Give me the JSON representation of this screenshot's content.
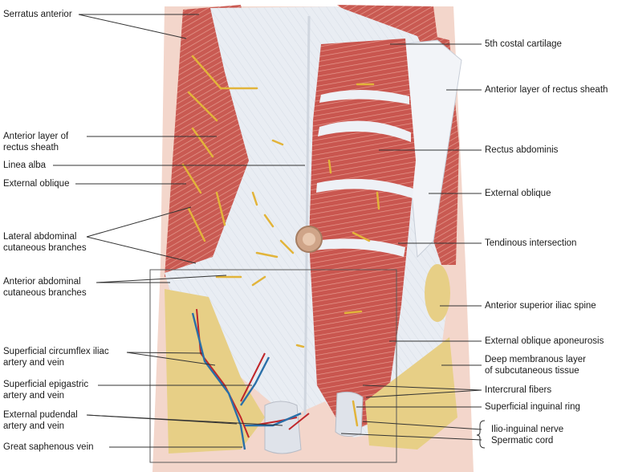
{
  "labels_left": {
    "serratus_anterior": "Serratus anterior",
    "anterior_layer_rectus_sheath_1": "Anterior layer of",
    "anterior_layer_rectus_sheath_2": "rectus sheath",
    "linea_alba": "Linea alba",
    "external_oblique": "External oblique",
    "lateral_abdominal_1": "Lateral abdominal",
    "lateral_abdominal_2": "cutaneous branches",
    "anterior_abdominal_1": "Anterior abdominal",
    "anterior_abdominal_2": "cutaneous branches",
    "superficial_circumflex_1": "Superficial circumflex iliac",
    "superficial_circumflex_2": "artery and vein",
    "superficial_epigastric_1": "Superficial epigastric",
    "superficial_epigastric_2": "artery and vein",
    "external_pudendal_1": "External pudendal",
    "external_pudendal_2": "artery and vein",
    "great_saphenous": "Great saphenous vein"
  },
  "labels_right": {
    "costal_cartilage": "5th costal cartilage",
    "anterior_layer_rectus_sheath": "Anterior layer of rectus sheath",
    "rectus_abdominis": "Rectus abdominis",
    "external_oblique": "External oblique",
    "tendinous_intersection": "Tendinous intersection",
    "anterior_superior_iliac_spine": "Anterior superior iliac spine",
    "external_oblique_aponeurosis": "External oblique aponeurosis",
    "deep_membranous_1": "Deep membranous layer",
    "deep_membranous_2": "of subcutaneous tissue",
    "intercrural_fibers": "Intercrural fibers",
    "superficial_inguinal_ring": "Superficial inguinal ring",
    "ilio_inguinal_nerve": "Ilio-inguinal nerve",
    "spermatic_cord": "Spermatic cord"
  },
  "colors": {
    "muscle": "#c9564f",
    "muscle_light": "#e39a8e",
    "fascia": "#e8ecf2",
    "fat": "#e7cf86",
    "nerve": "#e2b43a",
    "artery": "#c0262a",
    "vein": "#2a6fa8",
    "skin": "#f0c3b4"
  }
}
